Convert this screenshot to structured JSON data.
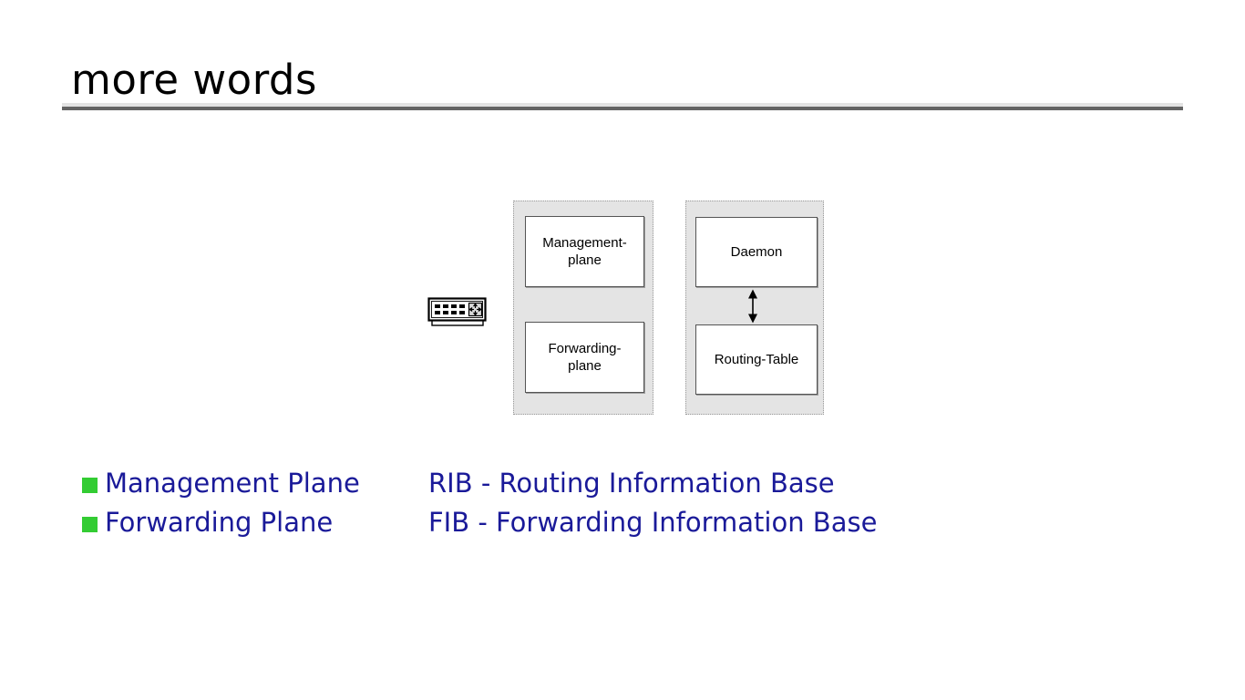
{
  "slide": {
    "title": "more words"
  },
  "diagram": {
    "router_icon_name": "network-switch-icon",
    "groups": [
      {
        "id": "planes",
        "boxes": [
          {
            "id": "management",
            "label": "Management-\nplane"
          },
          {
            "id": "forwarding",
            "label": "Forwarding-\nplane"
          }
        ]
      },
      {
        "id": "control",
        "boxes": [
          {
            "id": "daemon",
            "label": "Daemon"
          },
          {
            "id": "routing",
            "label": "Routing-Table"
          }
        ],
        "connector": "double-headed-vertical-arrow"
      }
    ],
    "labels": {
      "management_plane": "Management-plane",
      "forwarding_plane": "Forwarding-plane",
      "daemon": "Daemon",
      "routing_table": "Routing-Table"
    }
  },
  "bullets": [
    {
      "label": "Management Plane",
      "expansion": "RIB - Routing Information Base"
    },
    {
      "label": "Forwarding Plane",
      "expansion": "FIB - Forwarding Information Base"
    }
  ],
  "colors": {
    "bullet_text": "#1a1a99",
    "bullet_marker": "#33cc33",
    "group_fill": "#e4e4e4",
    "group_border": "#9a9a9a",
    "box_border": "#555555",
    "rule_light": "#e3e3e3",
    "rule_dark": "#646464",
    "title_text": "#000000"
  }
}
